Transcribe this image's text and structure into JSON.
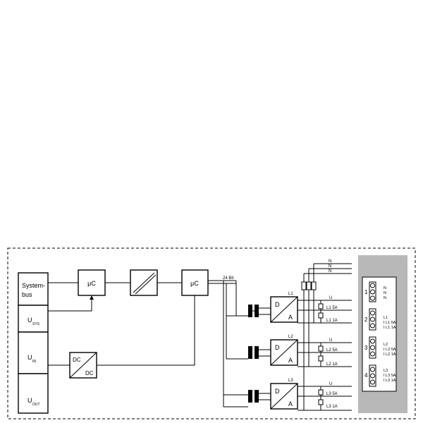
{
  "blocks": {
    "systembus_line1": "System-",
    "systembus_line2": "bus",
    "usys_main": "U",
    "usys_sub": "SYS",
    "uin_main": "U",
    "uin_sub": "IN",
    "uout_main": "U",
    "uout_sub": "OUT",
    "mcu1": "µC",
    "mcu2": "µC",
    "dcdc_top": "DC",
    "dcdc_bottom": "DC"
  },
  "bus_label": "24 Bit",
  "converters": [
    {
      "name": "L1",
      "d": "D",
      "a": "A"
    },
    {
      "name": "L2",
      "d": "D",
      "a": "A"
    },
    {
      "name": "L3",
      "d": "D",
      "a": "A"
    }
  ],
  "wires": {
    "n_lines": [
      "N",
      "N",
      "N"
    ],
    "channels": [
      {
        "u": "U",
        "f1": "L1 5A",
        "f2": "L1 1A"
      },
      {
        "u": "U",
        "f1": "L2 5A",
        "f2": "L2 1A"
      },
      {
        "u": "U",
        "f1": "L3 5A",
        "f2": "L3 1A"
      }
    ]
  },
  "connector": {
    "terminals": [
      {
        "number": "1",
        "labels": [
          "N",
          "N",
          "N"
        ]
      },
      {
        "number": "2",
        "labels": [
          "L1",
          "I L1 5A",
          "I L1 1A"
        ]
      },
      {
        "number": "3",
        "labels": [
          "L2",
          "I L2 5A",
          "I L2 1A"
        ]
      },
      {
        "number": "4",
        "labels": [
          "L3",
          "I L3 5A",
          "I L3 1A"
        ]
      }
    ]
  },
  "colors": {
    "line": "#000000",
    "connector_panel": "#b8b8b8"
  }
}
